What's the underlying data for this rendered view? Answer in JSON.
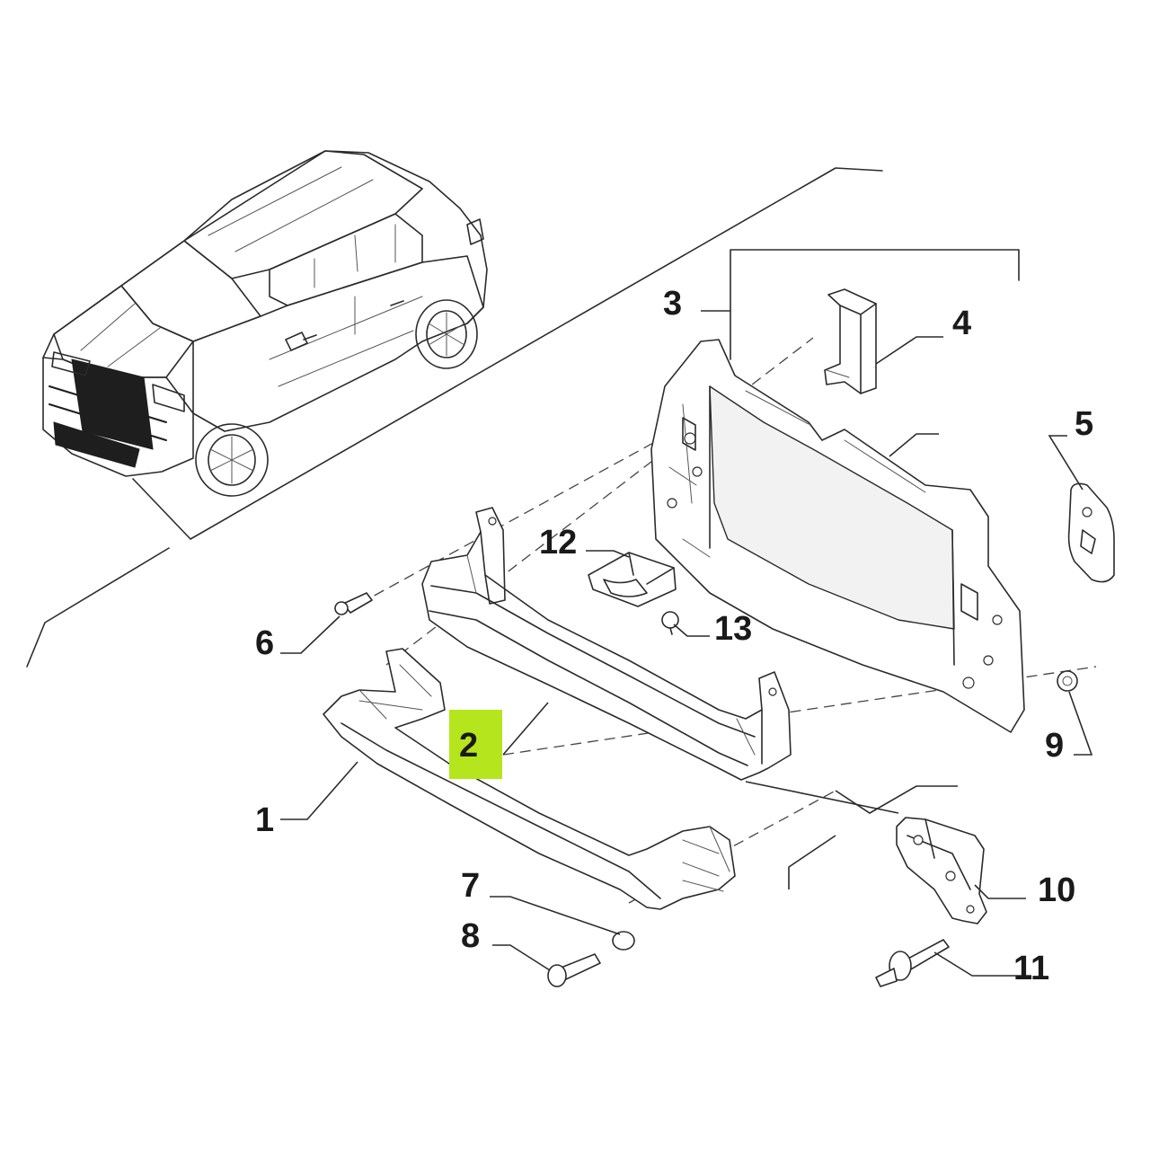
{
  "callouts": {
    "c1": "1",
    "c2": "2",
    "c3": "3",
    "c4": "4",
    "c5": "5",
    "c6": "6",
    "c7": "7",
    "c8": "8",
    "c9": "9",
    "c10": "10",
    "c11": "11",
    "c12": "12",
    "c13": "13"
  },
  "highlight": {
    "callout": "2",
    "color": "#b5e61d"
  },
  "icons": {
    "vehicle": "car-outline-icon",
    "part_1": "crossmember-icon",
    "part_2": "bumper-beam-icon",
    "part_3": "radiator-support-frame-icon"
  }
}
